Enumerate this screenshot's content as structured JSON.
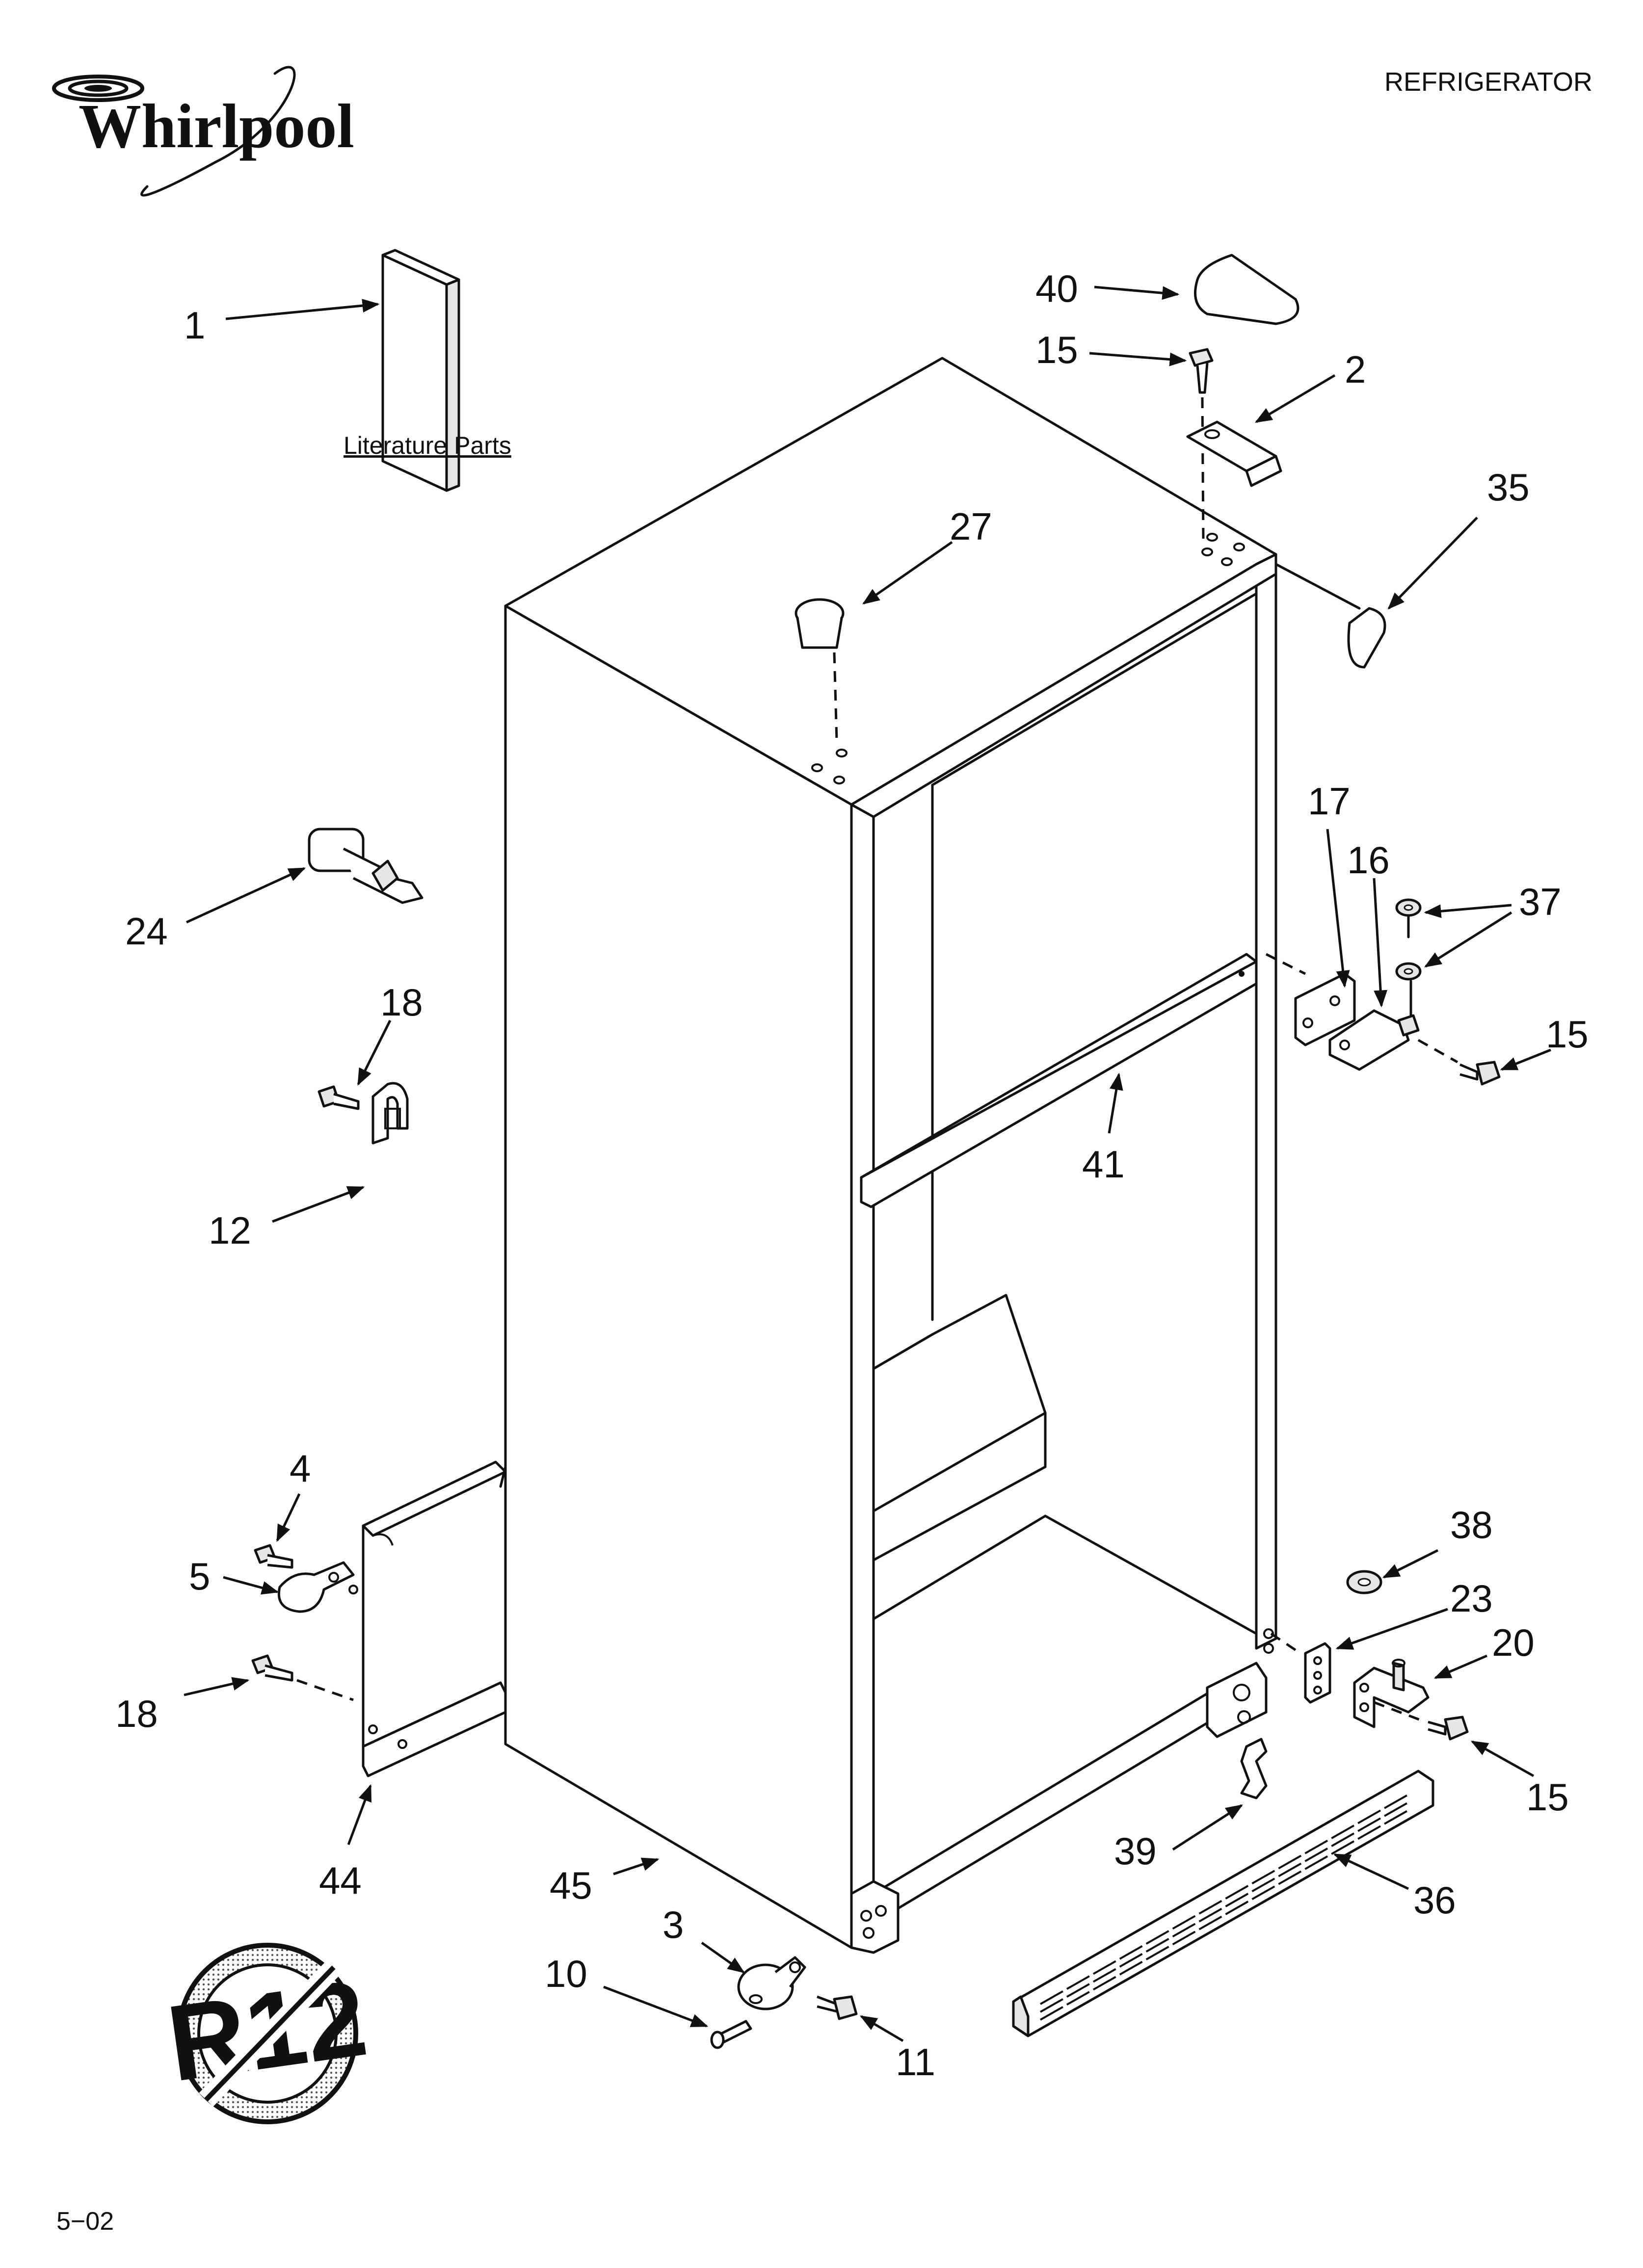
{
  "header": {
    "brand": "Whirlpool",
    "doc_title": "REFRIGERATOR"
  },
  "footer": {
    "date_code": "5−02"
  },
  "literature_label": "Literature Parts",
  "badge": {
    "text": "R12"
  },
  "callouts": {
    "c1": "1",
    "c2": "2",
    "c3": "3",
    "c4": "4",
    "c5": "5",
    "c10": "10",
    "c11": "11",
    "c12": "12",
    "c15a": "15",
    "c15b": "15",
    "c15c": "15",
    "c16": "16",
    "c17": "17",
    "c18a": "18",
    "c18b": "18",
    "c20": "20",
    "c23": "23",
    "c24": "24",
    "c27": "27",
    "c35": "35",
    "c36": "36",
    "c37": "37",
    "c38": "38",
    "c39": "39",
    "c40": "40",
    "c41": "41",
    "c44": "44",
    "c45": "45"
  }
}
